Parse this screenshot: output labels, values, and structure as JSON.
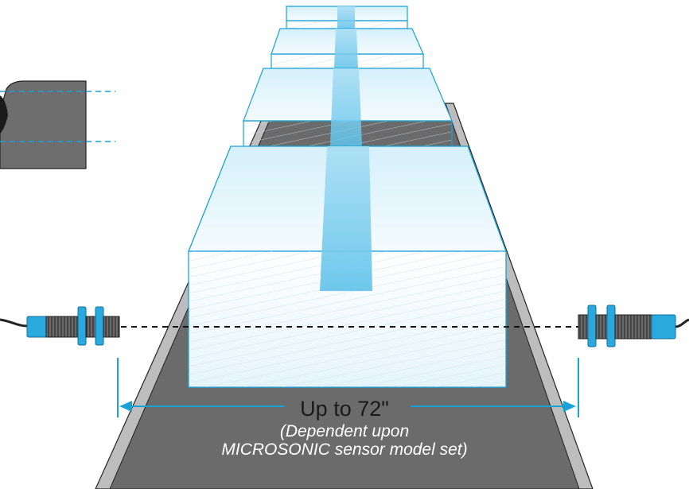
{
  "labels": {
    "distance": "Up to 72\"",
    "note_line1": "(Dependent upon",
    "note_line2": "MICROSONIC sensor model set)"
  },
  "colors": {
    "conveyor_belt": "#666666",
    "conveyor_rail": "#b8b8b8",
    "box_fill_light": "#e8f5fb",
    "box_fill_dark": "#bfe6f7",
    "box_stroke": "#1aa2d6",
    "tape_stripe": "#8fd3f0",
    "sensor_body": "#2aa9df",
    "sensor_thread": "#555555",
    "dimension_line": "#1aa2d6",
    "beam_line": "#111111"
  },
  "icons": {
    "left_sensor": "ultrasonic-sensor-icon",
    "right_sensor": "ultrasonic-sensor-icon",
    "dimension_arrow": "double-arrow-icon",
    "corner_detail": "sensor-bracket-detail-icon"
  }
}
